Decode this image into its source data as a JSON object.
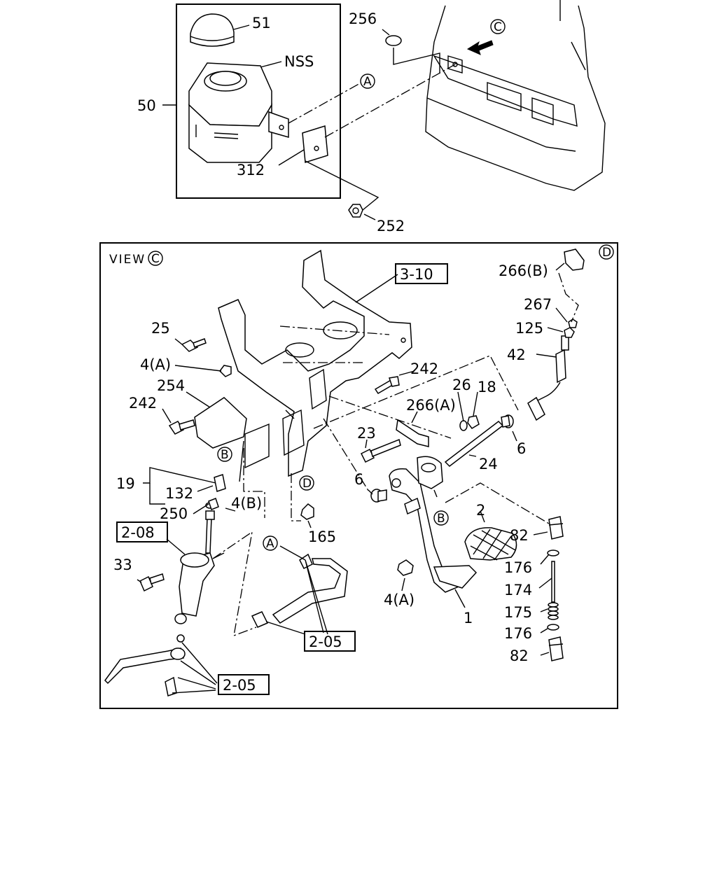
{
  "view_label": "VIEW",
  "view_letter": "C",
  "references": {
    "r3_10": "3-10",
    "r2_08": "2-08",
    "r2_05a": "2-05",
    "r2_05b": "2-05"
  },
  "circles": {
    "A_top": "A",
    "C_top": "C",
    "A_low": "A",
    "B_left": "B",
    "B_right": "B",
    "D_mid": "D",
    "D_right": "D"
  },
  "callouts": {
    "p51": "51",
    "pNSS": "NSS",
    "p50": "50",
    "p256": "256",
    "p312": "312",
    "p252": "252",
    "p266B": "266(B)",
    "p267": "267",
    "p125": "125",
    "p42": "42",
    "p25": "25",
    "p4A_top": "4(A)",
    "p254": "254",
    "p242_left": "242",
    "p242_right": "242",
    "p26": "26",
    "p18": "18",
    "p266A": "266(A)",
    "p23": "23",
    "p6_right": "6",
    "p24": "24",
    "p19": "19",
    "p132": "132",
    "p250": "250",
    "p4B": "4(B)",
    "p6_mid": "6",
    "p2": "2",
    "p82_top": "82",
    "p165": "165",
    "p33": "33",
    "p176_top": "176",
    "p174": "174",
    "p4A_low": "4(A)",
    "p1": "1",
    "p175": "175",
    "p176_low": "176",
    "p82_low": "82"
  }
}
